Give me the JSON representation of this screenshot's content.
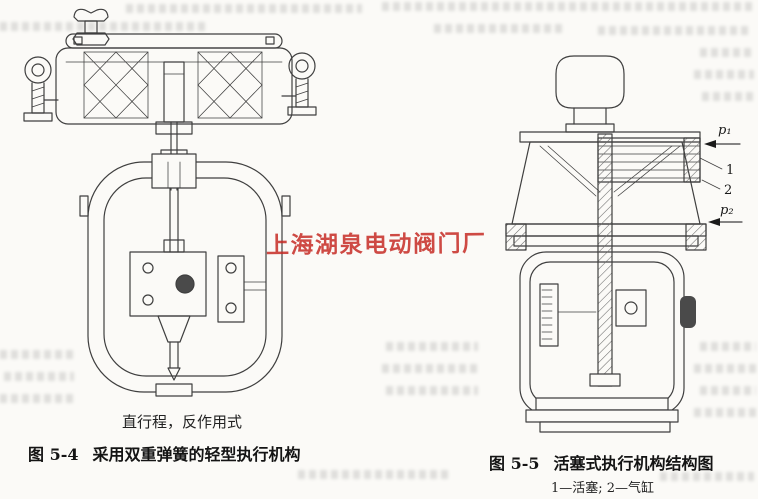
{
  "page": {
    "background_color": "#fbfaf7",
    "line_color": "#3f3f3f"
  },
  "watermark": {
    "text": "上海湖泉电动阀门厂",
    "color": "#c52a24"
  },
  "figure_left": {
    "note": "直行程，反作用式",
    "caption_label": "图 5-4",
    "caption_title": "采用双重弹簧的轻型执行机构"
  },
  "figure_right": {
    "caption_label": "图 5-5",
    "caption_title": "活塞式执行机构结构图",
    "legend": "1—活塞; 2—气缸",
    "labels": {
      "p1": "p₁",
      "p2": "p₂",
      "part1": "1",
      "part2": "2"
    }
  }
}
